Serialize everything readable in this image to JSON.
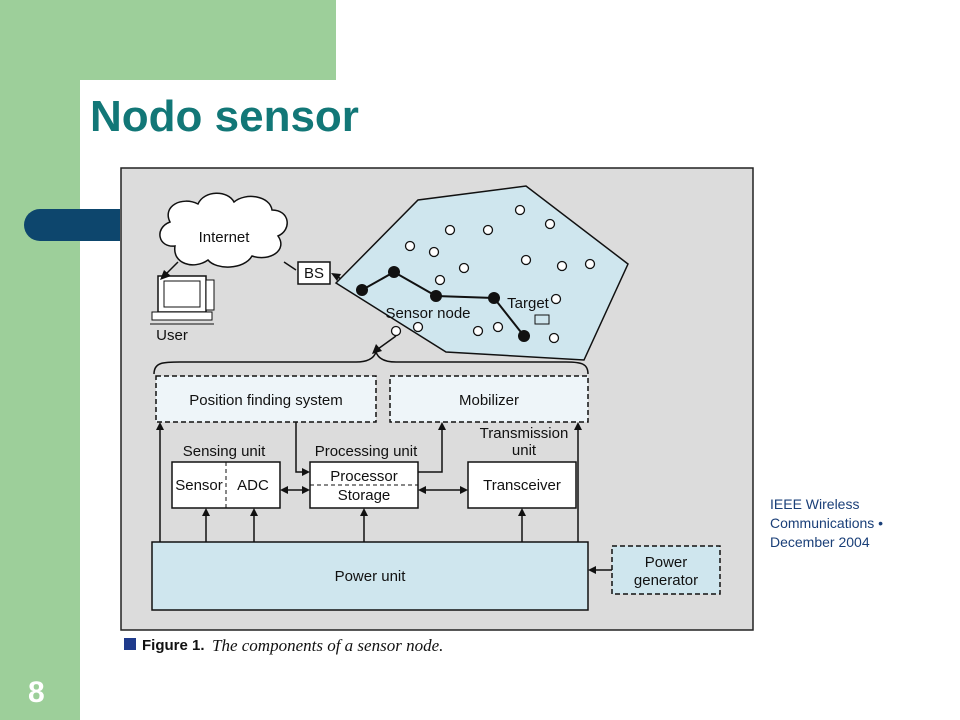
{
  "slide": {
    "title": "Nodo sensor",
    "page_number": "8",
    "citation": [
      "IEEE Wireless",
      "Communications •",
      "December 2004"
    ]
  },
  "figure": {
    "internet": "Internet",
    "user": "User",
    "bs": "BS",
    "sensor_node": "Sensor node",
    "target": "Target",
    "position_finding": "Position finding system",
    "mobilizer": "Mobilizer",
    "sensing_unit": "Sensing unit",
    "processing_unit": "Processing unit",
    "transmission_unit": [
      "Transmission",
      "unit"
    ],
    "sensor": "Sensor",
    "adc": "ADC",
    "processor": "Processor",
    "storage": "Storage",
    "transceiver": "Transceiver",
    "power_unit": "Power unit",
    "power_generator": [
      "Power",
      "generator"
    ],
    "caption_label": "Figure 1.",
    "caption_text": "The components of a sensor node."
  },
  "colors": {
    "accent_green": "#9dcf9a",
    "title_teal": "#127777",
    "bar_navy": "#0d466d",
    "figure_bg": "#dcdcdc",
    "box_fill": "#cfe6ee"
  }
}
